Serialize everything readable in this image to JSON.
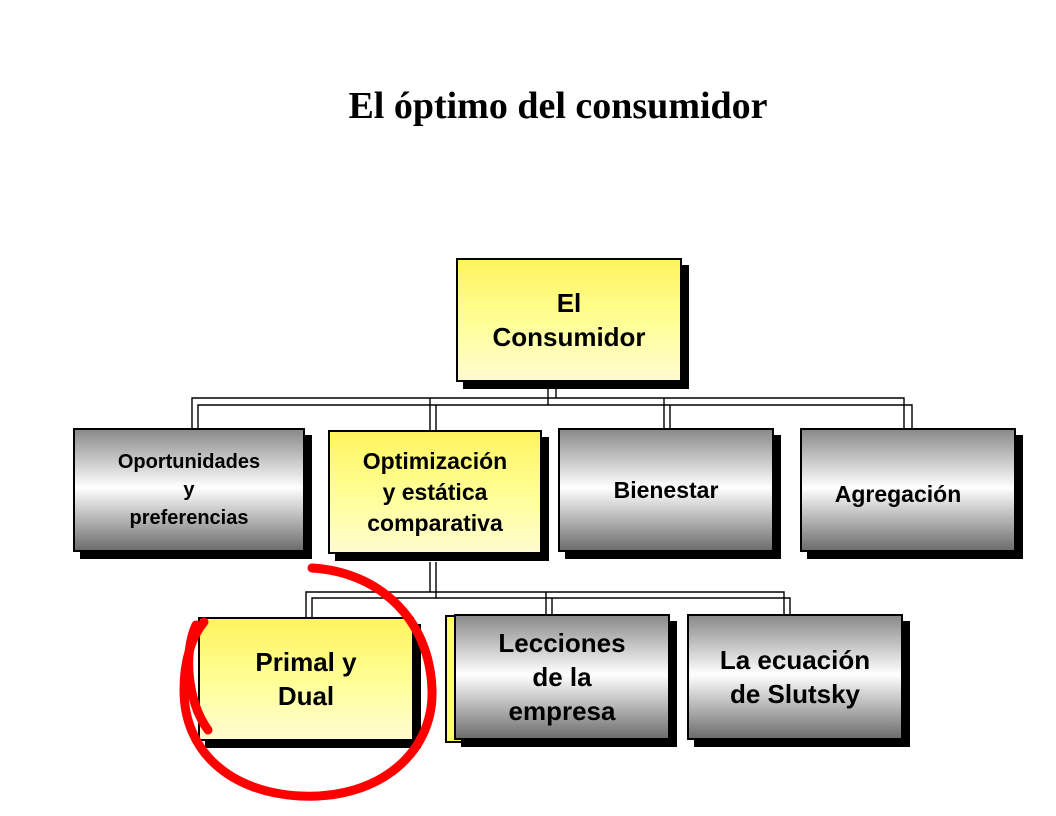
{
  "title": "El óptimo del consumidor",
  "nodes": {
    "root": "El\nConsumidor",
    "opportunities": "Oportunidades\ny\npreferencias",
    "optimization": "Optimización\ny estática\ncomparativa",
    "welfare": "Bienestar",
    "aggregation": "Agregación",
    "primal_dual": "Primal y\nDual",
    "lessons": "Lecciones\nde la\nempresa",
    "slutsky": "La ecuación\nde Slutsky"
  },
  "colors": {
    "highlight": "#ffff66",
    "annotation": "#ff0000"
  }
}
